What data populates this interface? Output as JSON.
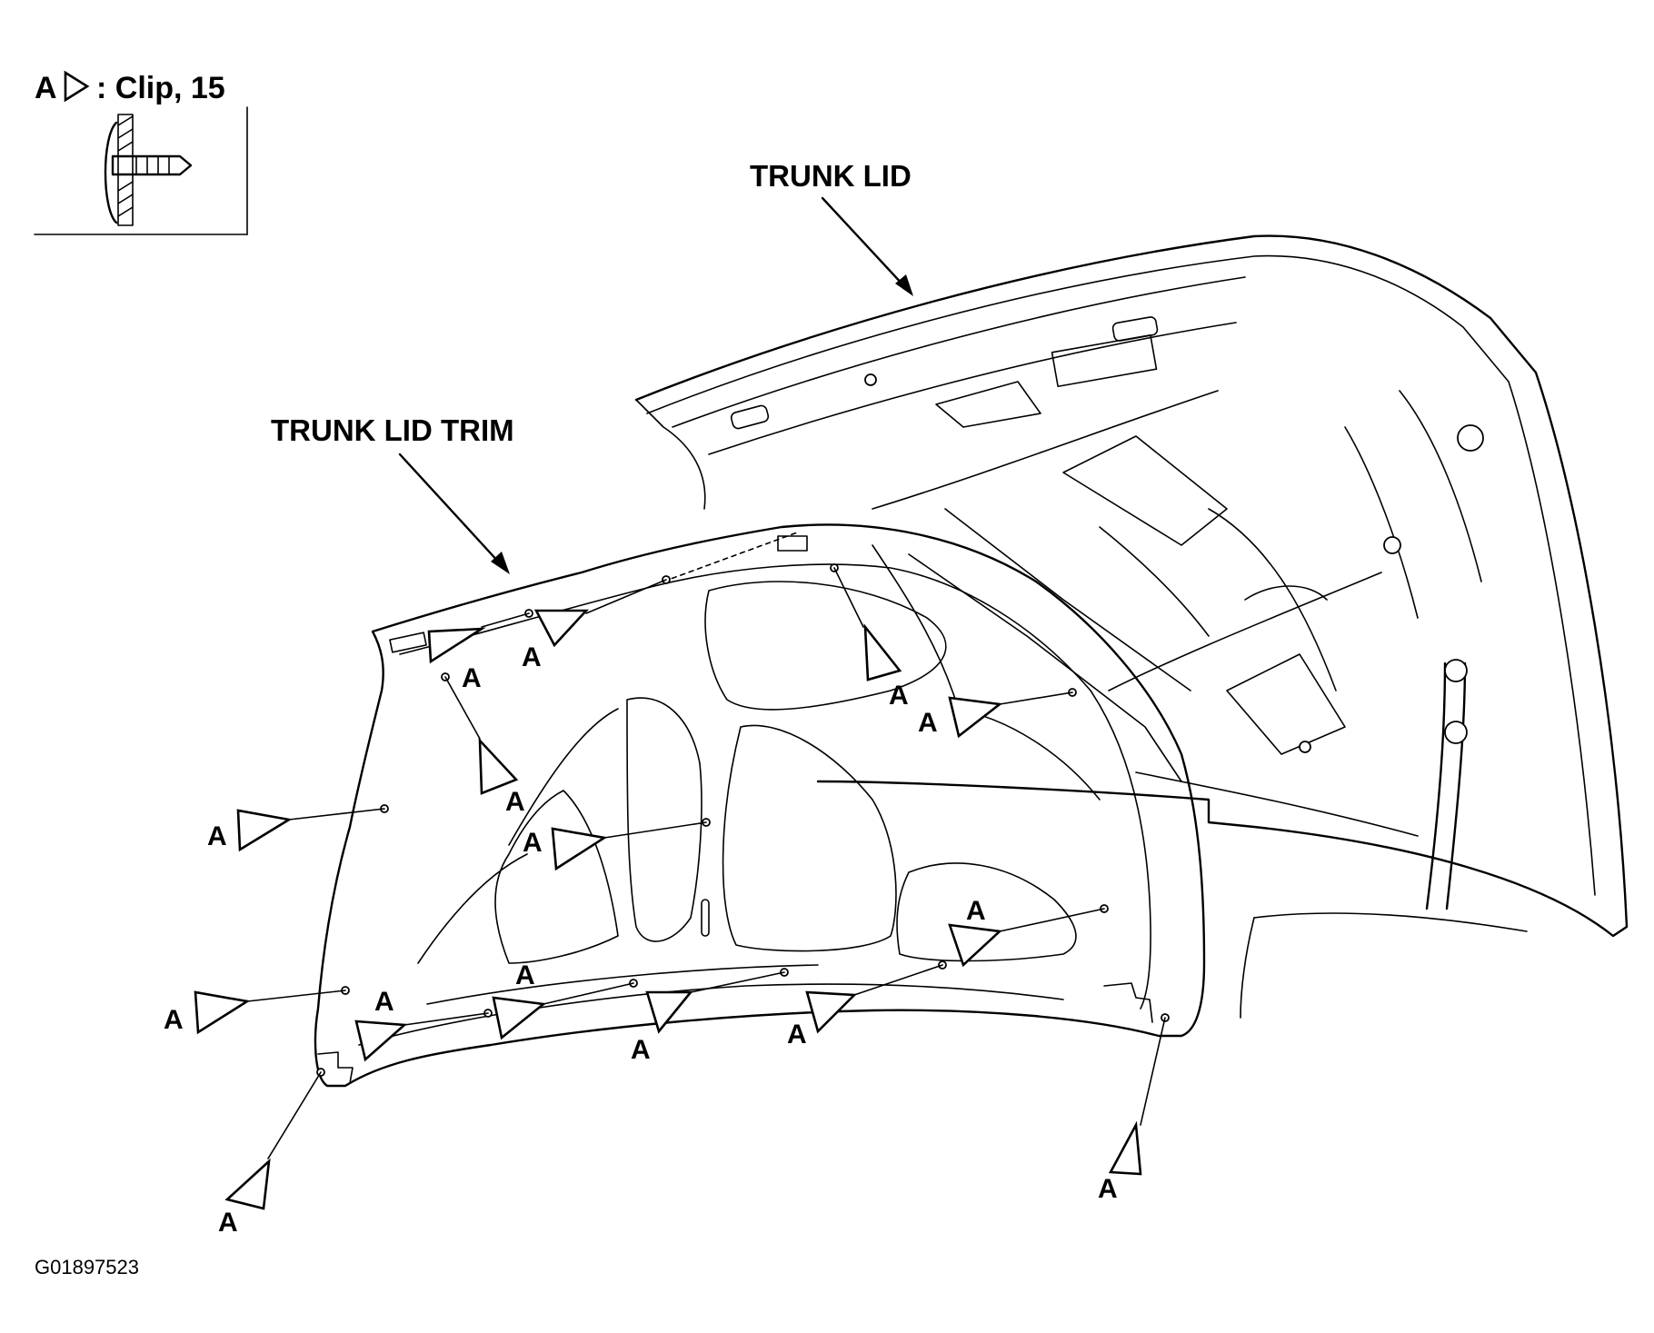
{
  "legend": {
    "letter": "A",
    "text": ": Clip, 15"
  },
  "labels": {
    "trunk_lid": "TRUNK LID",
    "trunk_lid_trim": "TRUNK LID TRIM"
  },
  "clip_letter": "A",
  "figure_id": "G01897523"
}
